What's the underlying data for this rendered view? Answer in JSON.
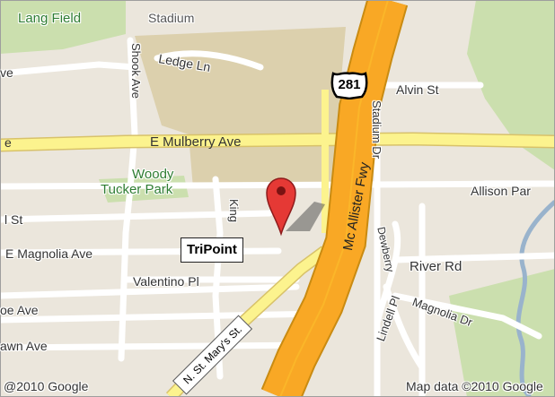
{
  "labels": {
    "lang_field": "Lang Field",
    "stadium": "Stadium",
    "ledge_ln": "Ledge Ln",
    "ave_left": "ve",
    "shook_ave": "Shook Ave",
    "alvin_st": "Alvin St",
    "e_mulberry_ave": "E Mulberry Ave",
    "woody": "Woody",
    "tucker_park": "Tucker Park",
    "allison_par": "Allison Par",
    "l_st": "l St",
    "king": "King",
    "e_magnolia_ave": "E Magnolia Ave",
    "valentino_pl": "Valentino Pl",
    "dewberry": "Dewberry",
    "river_rd": "River Rd",
    "magnolia_dr": "Magnolia Dr",
    "lindell_pl": "Lindell Pl",
    "oe_ave": "oe Ave",
    "awn_ave": "awn Ave",
    "mc_allister_fwy": "Mc Allister Fwy",
    "stadium_dr": "Stadium Dr",
    "e_left": "e"
  },
  "shield": {
    "number": "281"
  },
  "marker": {
    "label": "TriPoint"
  },
  "street_sign": {
    "text": "N. St. Mary's St."
  },
  "copyright": {
    "left": "@2010 Google",
    "right": "Map data ©2010 Google"
  },
  "colors": {
    "land": "#ebe6dc",
    "park": "#cbdfae",
    "water": "#99b3cc",
    "road": "#ffffff",
    "arterial": "#fcf38e",
    "freeway": "#f9a825",
    "marker": "#e53935"
  }
}
